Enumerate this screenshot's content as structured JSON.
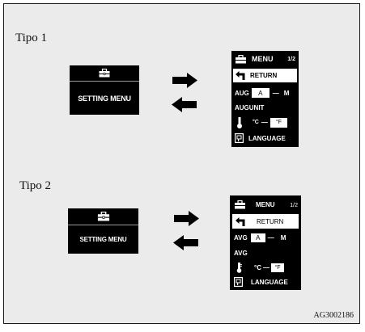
{
  "labels": {
    "tipo1": "Tipo 1",
    "tipo2": "Tipo 2",
    "figure_code": "AG3002186"
  },
  "setting_panel": {
    "title": "SETTING MENU",
    "icon": "toolbox-icon"
  },
  "menu_tipo1": {
    "title": "MENU",
    "page": "1/2",
    "return_label": "RETURN",
    "avg_label": "AUG",
    "avg_option_a": "A",
    "avg_dash": "—",
    "avg_option_m": "M",
    "avg_unit_label": "AUGUNIT",
    "temp_option_c": "°C",
    "temp_dash": "—",
    "temp_option_f": "°F",
    "language_label": "LANGUAGE"
  },
  "menu_tipo2": {
    "title": "MENU",
    "page": "1/2",
    "return_label": "RETURN",
    "avg_label": "AVG",
    "avg_option_a": "A",
    "avg_dash": "—",
    "avg_option_m": "M",
    "avg_unit_label": "AVG",
    "temp_option_c": "°C",
    "temp_dash": "—",
    "temp_option_f": "°F",
    "language_label": "LANGUAGE"
  },
  "icons": {
    "toolbox": "toolbox-icon",
    "return": "return-arrow-icon",
    "thermometer": "thermometer-icon",
    "language": "language-icon",
    "arrow_right": "arrow-right-icon",
    "arrow_left": "arrow-left-icon"
  }
}
